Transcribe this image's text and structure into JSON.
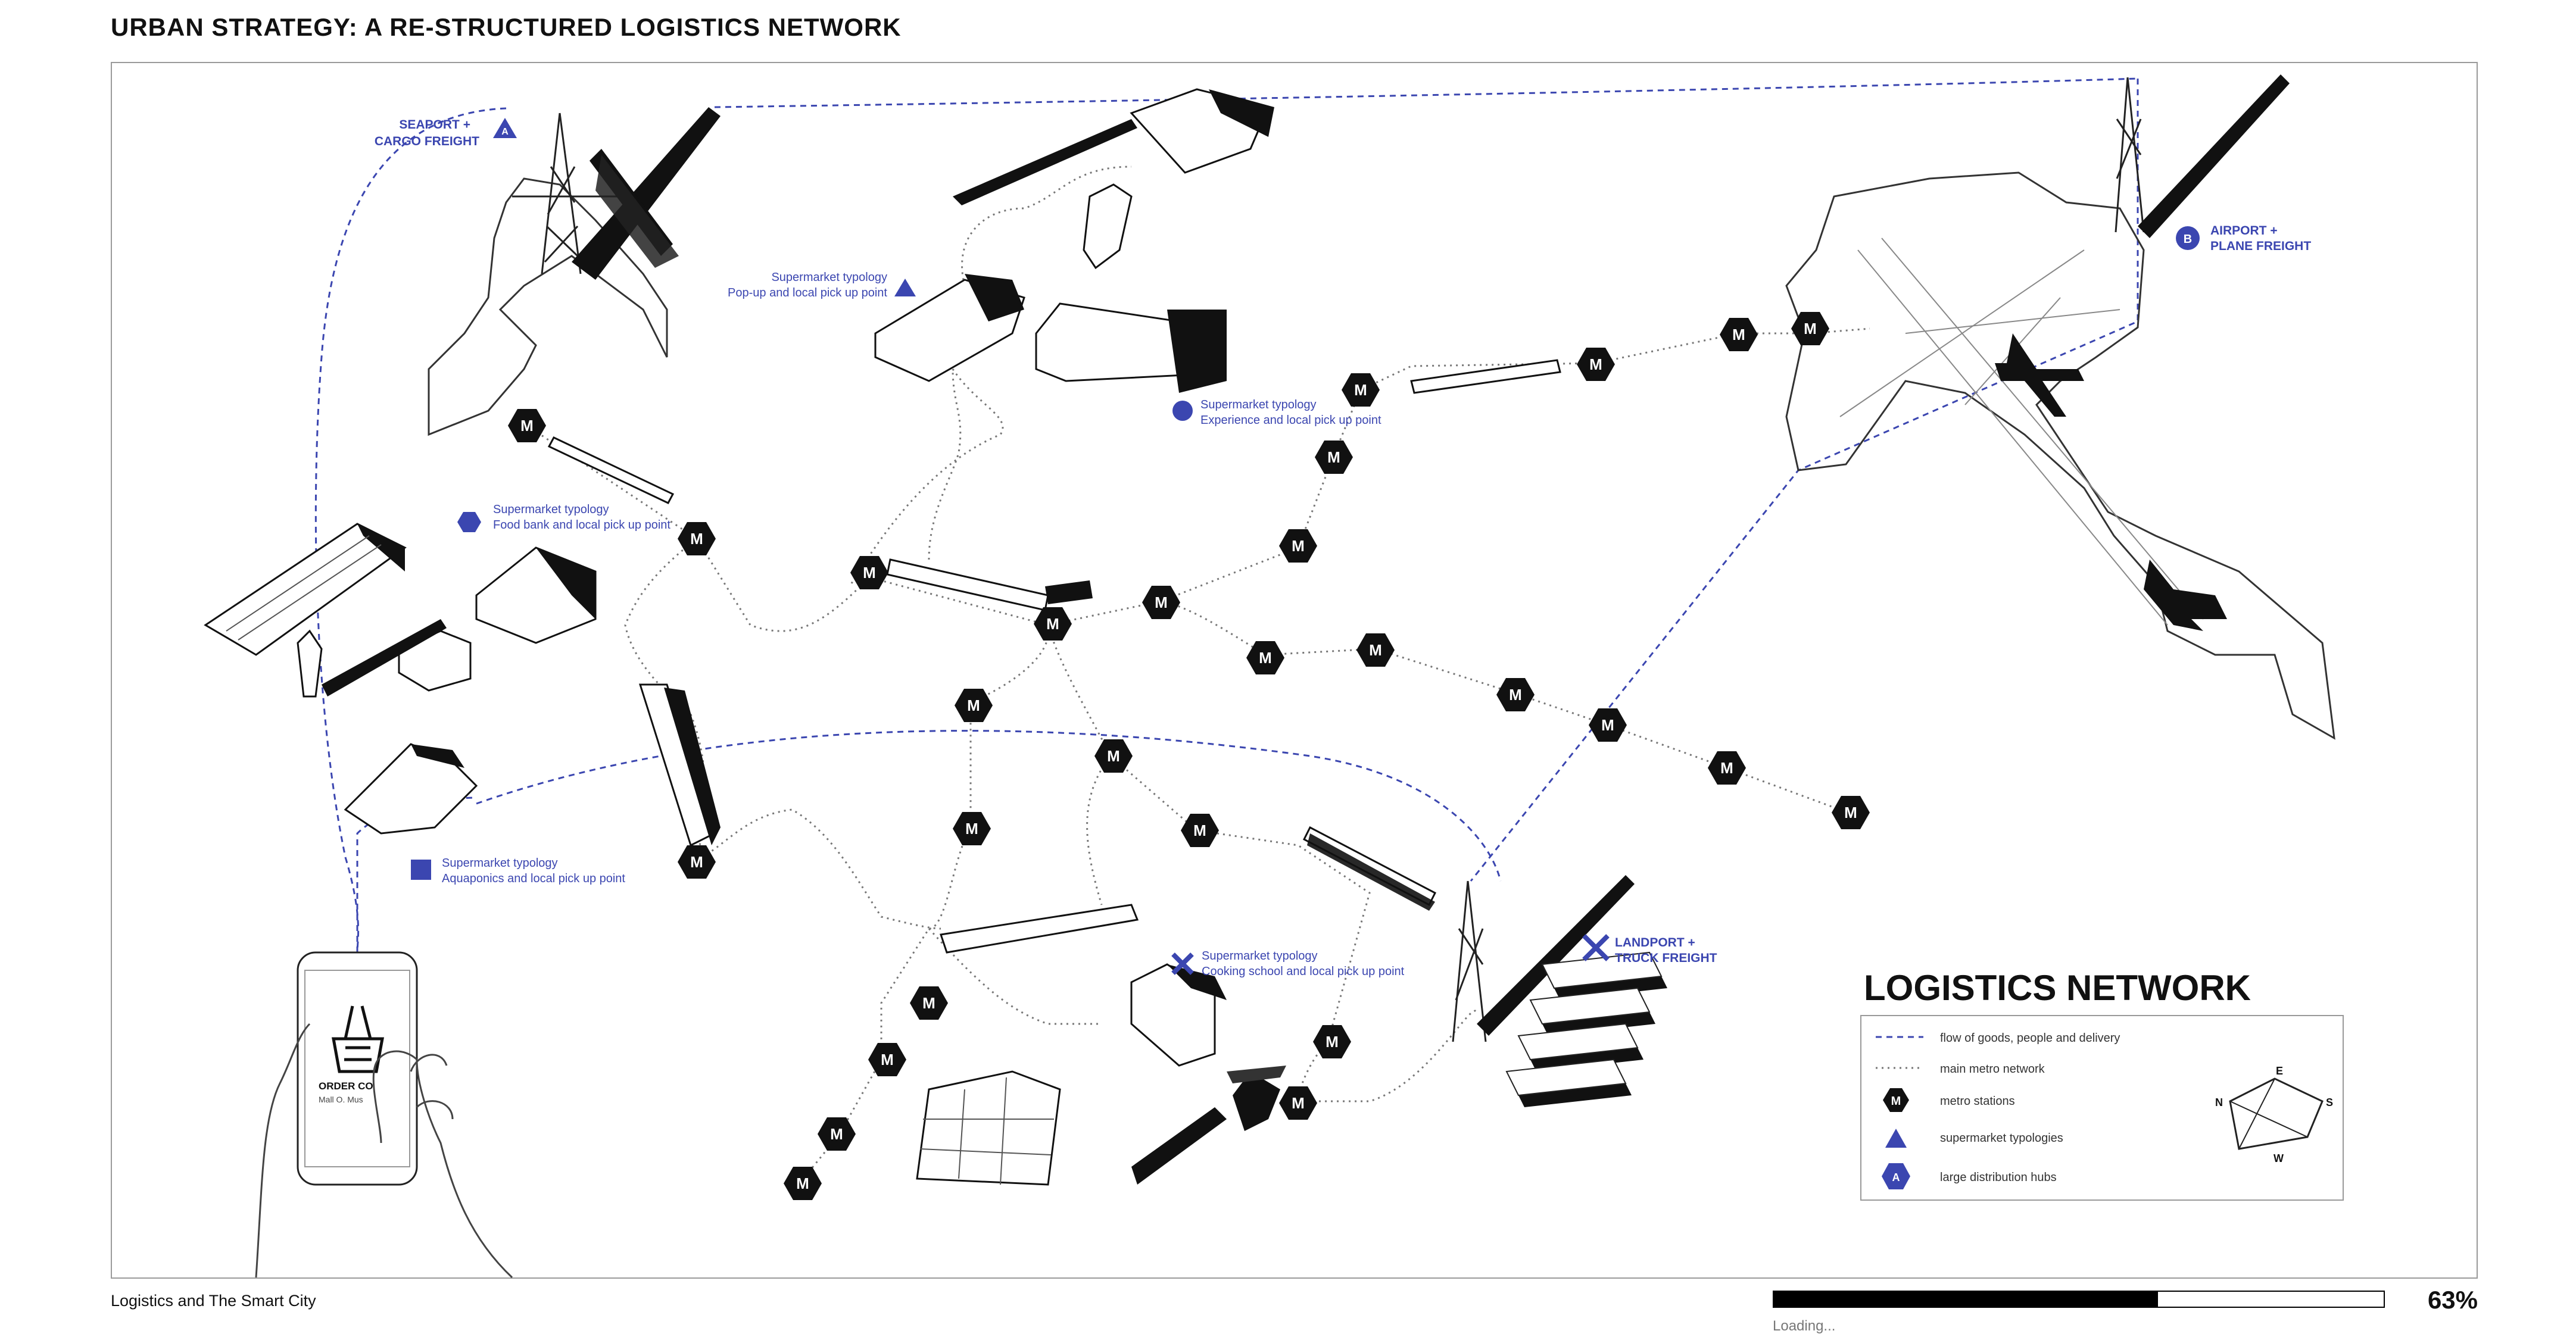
{
  "page": {
    "title": "URBAN STRATEGY: A RE-STRUCTURED LOGISTICS NETWORK"
  },
  "hubs": {
    "seaport": {
      "line1": "SEAPORT +",
      "line2": "CARGO FREIGHT",
      "badge": "A"
    },
    "airport": {
      "line1": "AIRPORT +",
      "line2": "PLANE FREIGHT",
      "badge": "B"
    },
    "landport": {
      "line1": "LANDPORT +",
      "line2": "TRUCK FREIGHT"
    }
  },
  "typologies": {
    "popup": {
      "line1": "Supermarket typology",
      "line2": "Pop-up and local pick up point"
    },
    "experience": {
      "line1": "Supermarket typology",
      "line2": "Experience and local pick up point"
    },
    "foodbank": {
      "line1": "Supermarket typology",
      "line2": "Food bank and local pick up point"
    },
    "aquaponics": {
      "line1": "Supermarket typology",
      "line2": "Aquaponics and local pick up point"
    },
    "cooking": {
      "line1": "Supermarket typology",
      "line2": "Cooking school and local pick up point"
    }
  },
  "phone": {
    "line1": "ORDER CO",
    "line2": "Mall O. Mus"
  },
  "legend": {
    "title": "LOGISTICS NETWORK",
    "items": [
      {
        "label": "flow of goods, people and delivery"
      },
      {
        "label": "main metro network"
      },
      {
        "label": "metro stations",
        "glyph": "M"
      },
      {
        "label": "supermarket typologies"
      },
      {
        "label": "large distribution hubs",
        "glyph": "A"
      }
    ],
    "compass": {
      "n": "N",
      "e": "E",
      "s": "S",
      "w": "W"
    }
  },
  "colors": {
    "accent": "#3b46b0",
    "ink": "#111111",
    "grey": "#9a9a9a"
  },
  "footer": {
    "caption": "Logistics and The Smart City"
  },
  "progress": {
    "percent_label": "63%",
    "value": 0.63,
    "status": "Loading..."
  }
}
